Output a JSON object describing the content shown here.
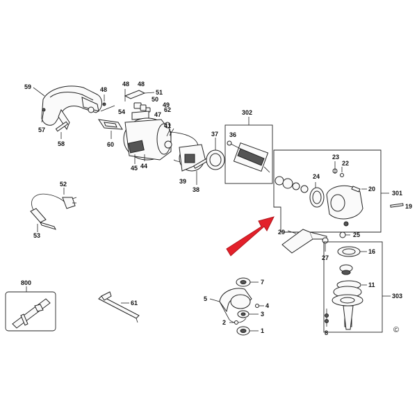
{
  "diagram": {
    "part_numbers": {
      "p59": "59",
      "p48a": "48",
      "p48b": "48",
      "p51": "51",
      "p50": "50",
      "p49": "49",
      "p62": "62",
      "p47": "47",
      "p54": "54",
      "p57": "57",
      "p58": "58",
      "p60": "60",
      "p41": "41",
      "p44": "44",
      "p45": "45",
      "p39": "39",
      "p38": "38",
      "p37": "37",
      "p302": "302",
      "p36": "36",
      "p23": "23",
      "p22": "22",
      "p24": "24",
      "p20": "20",
      "p301": "301",
      "p19": "19",
      "p29": "29",
      "p25": "25",
      "p27": "27",
      "p52": "52",
      "p53": "53",
      "p16": "16",
      "p11": "11",
      "p303": "303",
      "p8": "8",
      "p800": "800",
      "p61": "61",
      "p5": "5",
      "p7": "7",
      "p4": "4",
      "p3": "3",
      "p2": "2",
      "p1": "1"
    },
    "copyright_mark": "©",
    "colors": {
      "line": "#222222",
      "arrow": "#e3202a",
      "background": "#ffffff"
    }
  }
}
